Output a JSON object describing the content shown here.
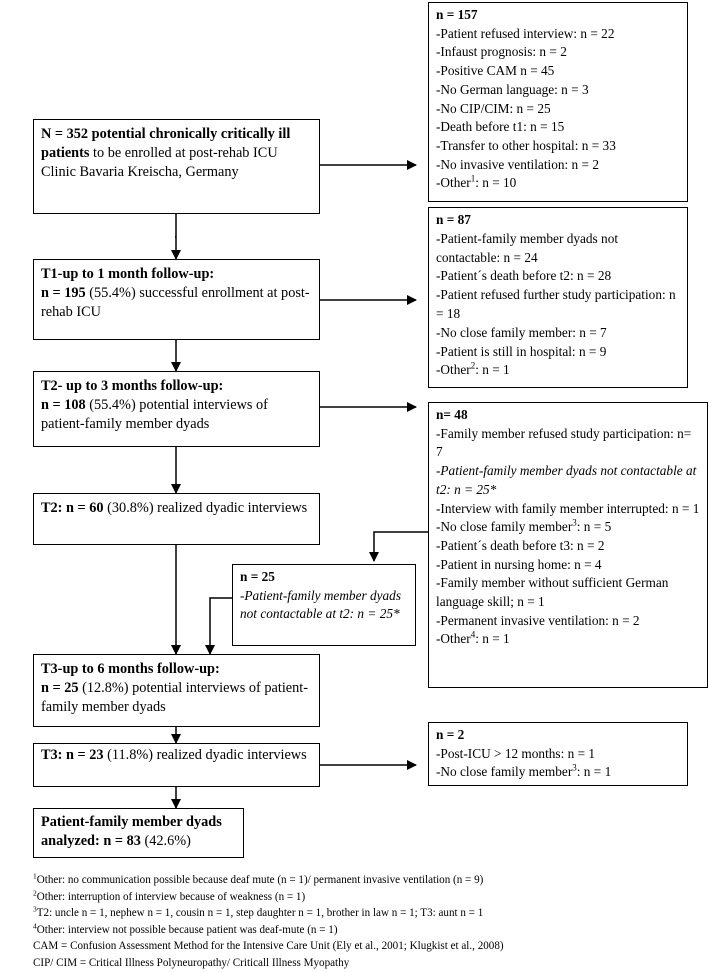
{
  "main_flow": {
    "start": {
      "part1": "N = 352 potential chronically critically ill patients",
      "part2": " to be enrolled at post-rehab ICU Clinic Bavaria Kreischa, Germany"
    },
    "t1": {
      "heading": "T1-up to 1 month follow-up:",
      "n": "n = 195",
      "pct": " (55.4%)",
      "rest": " successful enrollment at post-rehab ICU"
    },
    "t2": {
      "heading": "T2- up to 3 months follow-up:",
      "n": "n = 108",
      "pct": " (55.4%)",
      "rest": " potential interviews of patient-family member dyads"
    },
    "t2_realized": {
      "n": "T2: n = 60",
      "rest": " (30.8%) realized dyadic interviews"
    },
    "t3": {
      "heading": "T3-up to 6 months follow-up:",
      "n": "n = 25",
      "pct": " (12.8%)",
      "rest": " potential interviews of patient-family member dyads"
    },
    "t3_realized": {
      "n": "T3: n = 23",
      "rest": " (11.8%) realized dyadic interviews"
    },
    "analyzed": {
      "label": "Patient-family member dyads analyzed:",
      "n": " n = 83",
      "pct": " (42.6%)"
    }
  },
  "exclusions": {
    "ex1": {
      "header": "n = 157",
      "items": [
        "-Patient refused interview: n =  22",
        "-Infaust prognosis: n = 2",
        "-Positive CAM n = 45",
        "-No German language: n = 3",
        "-No CIP/CIM: n = 25",
        "-Death before t1: n = 15",
        "-Transfer to other hospital: n = 33",
        "-No invasive ventilation: n = 2"
      ],
      "other_label": "-Other",
      "other_sup": "1",
      "other_value": ": n = 10"
    },
    "ex2": {
      "header": "n = 87",
      "items": [
        "-Patient-family member dyads not contactable: n = 24",
        "-Patient´s death before t2: n = 28",
        "-Patient refused further study participation: n = 18",
        "-No close family member: n = 7",
        "-Patient is still in hospital: n = 9"
      ],
      "other_label": "-Other",
      "other_sup": "2",
      "other_value": ": n = 1"
    },
    "ex3": {
      "header": "n= 48",
      "item1": "-Family member refused study participation: n= 7",
      "item2_italic": "-Patient-family member dyads not contactable at t2: n = 25*",
      "item3": "-Interview with family member interrupted: n = 1",
      "item4_label": "-No close family member",
      "item4_sup": "3",
      "item4_value": ": n = 5",
      "item5": "-Patient´s death before t3: n = 2",
      "item6": "-Patient in nursing home: n = 4",
      "item7": "-Family member without sufficient German language skill; n = 1",
      "item8": "-Permanent invasive ventilation: n = 2",
      "other_label": "-Other",
      "other_sup": "4",
      "other_value": ": n = 1"
    },
    "ex4": {
      "header": "n = 2",
      "item1": "-Post-ICU > 12 months: n = 1",
      "item2_label": "-No close family member",
      "item2_sup": "3",
      "item2_value": ": n = 1"
    },
    "readded": {
      "header": "n = 25",
      "text": "-Patient-family member dyads not contactable at t2: n = 25*"
    }
  },
  "footnotes": [
    {
      "sup": "1",
      "text": "Other: no communication possible because deaf mute (n = 1)/ permanent invasive ventilation (n = 9)"
    },
    {
      "sup": "2",
      "text": "Other: interruption of interview because of weakness (n = 1)"
    },
    {
      "sup": "3",
      "text": "T2: uncle n = 1, nephew n = 1, cousin n = 1, step daughter n = 1, brother in law n = 1; T3: aunt n = 1"
    },
    {
      "sup": "4",
      "text": "Other: interview not possible because patient was deaf-mute (n = 1)"
    },
    {
      "sup": "",
      "text": "CAM = Confusion Assessment Method for the Intensive Care Unit (Ely et al., 2001; Klugkist et al., 2008)"
    },
    {
      "sup": "",
      "text": "CIP/ CIM = Critical Illness Polyneuropathy/ Criticall Illness Myopathy"
    }
  ]
}
